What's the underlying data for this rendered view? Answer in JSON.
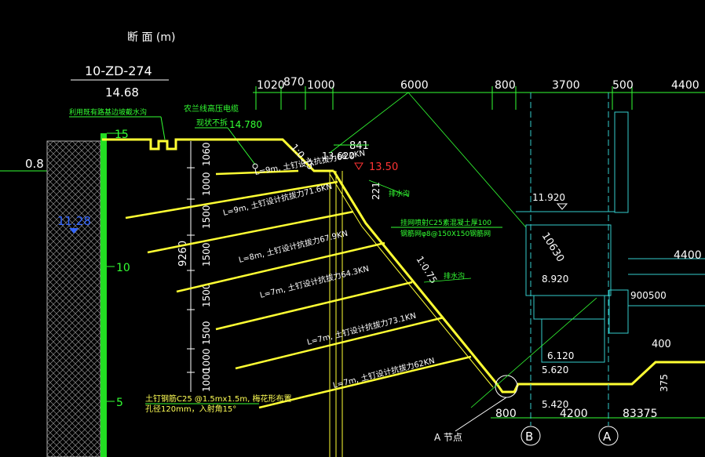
{
  "header": {
    "title": "断 面 (m)",
    "section_id": "10-ZD-274",
    "elevation_top": "14.68"
  },
  "dims_top": [
    "1020",
    "870",
    "1000",
    "6000",
    "800",
    "3700",
    "500",
    "4400"
  ],
  "annotations": {
    "drainage_ditch": "利用既有路基边坡截水沟",
    "cable_note_1": "农兰线高压电缆",
    "cable_note_2": "现状不拆",
    "elev_14780": "14.780",
    "slope_1": "1:0.75",
    "dim_841": "841",
    "elev_13620": "13.620",
    "elev_13_50": "13.50",
    "dim_221": "221",
    "water_label_1": "排水沟",
    "concrete_1": "挂网喷射C25素混凝土厚100",
    "concrete_2": "钢筋网φ8@150X150钢筋网",
    "slope_2": "1:0.75",
    "water_label_2": "排水沟",
    "ground_left": "0.8",
    "water_level": "11.28",
    "scale_15": "15",
    "scale_10": "10",
    "scale_5": "5",
    "dim_9260": "9260",
    "dim_1060": "1060",
    "elev_11920": "11.920",
    "dim_10630": "10630",
    "elev_8920": "8.920",
    "dim_900500": "900500",
    "dim_4400b": "4400",
    "dim_400": "400",
    "elev_6120": "6.120",
    "elev_5620": "5.620",
    "elev_5420": "5.420",
    "dim_375": "375",
    "dim_800b": "800",
    "dim_4200": "4200",
    "dim_83375": "83375",
    "axis_b": "B",
    "axis_a": "A",
    "node_label": "A 节点",
    "bottom_note_1": "土钉钢筋C25 @1.5mx1.5m, 梅花形布置",
    "bottom_note_2": "孔径120mm，入射角15°"
  },
  "anchors": [
    {
      "label": "L=9m, 土钉设计抗拔力68.2KN"
    },
    {
      "label": "L=9m, 土钉设计抗拔力71.6KN"
    },
    {
      "label": "L=8m, 土钉设计抗拔力67.9KN"
    },
    {
      "label": "L=7m, 土钉设计抗拔力64.3KN"
    },
    {
      "label": "L=7m, 土钉设计抗拔力73.1KN"
    },
    {
      "label": "L=7m, 土钉设计抗拔力62KN"
    }
  ],
  "vertical_dims": [
    "1000",
    "1500",
    "1500",
    "1500",
    "1500",
    "1000",
    "1000"
  ],
  "colors": {
    "green": "#33ff33",
    "yellow": "#ffff33",
    "cyan": "#33cccc",
    "white": "#ffffff",
    "red": "#ff3333"
  }
}
